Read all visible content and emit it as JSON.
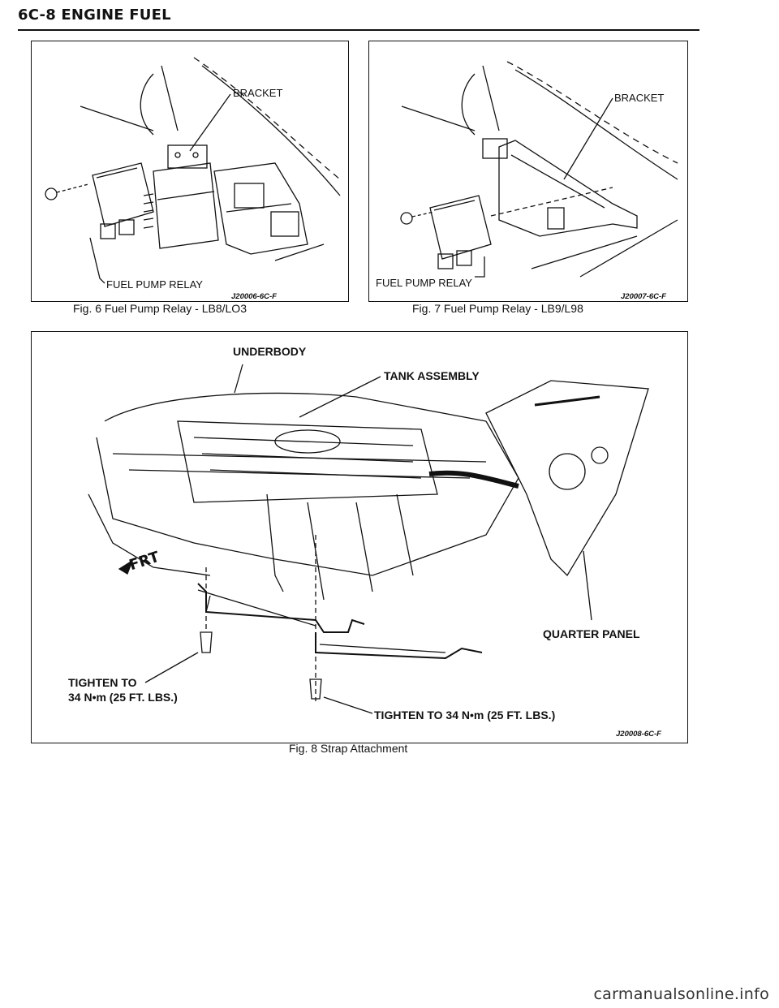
{
  "header": {
    "title": "6C-8 ENGINE FUEL"
  },
  "fig6": {
    "labels": {
      "bracket": "BRACKET",
      "relay": "FUEL PUMP RELAY"
    },
    "code": "J20006-6C-F",
    "caption": "Fig. 6 Fuel Pump Relay - LB8/LO3"
  },
  "fig7": {
    "labels": {
      "bracket": "BRACKET",
      "relay": "FUEL PUMP RELAY"
    },
    "code": "J20007-6C-F",
    "caption": "Fig. 7 Fuel Pump Relay - LB9/L98"
  },
  "fig8": {
    "labels": {
      "underbody": "UNDERBODY",
      "tank": "TANK ASSEMBLY",
      "quarter": "QUARTER PANEL",
      "tighten_left_1": "TIGHTEN TO",
      "tighten_left_2": "34 N•m (25 FT. LBS.)",
      "tighten_right": "TIGHTEN TO 34 N•m (25 FT. LBS.)",
      "frt": "FRT"
    },
    "code": "J20008-6C-F",
    "caption": "Fig. 8 Strap Attachment"
  },
  "watermark": "carmanualsonline.info"
}
